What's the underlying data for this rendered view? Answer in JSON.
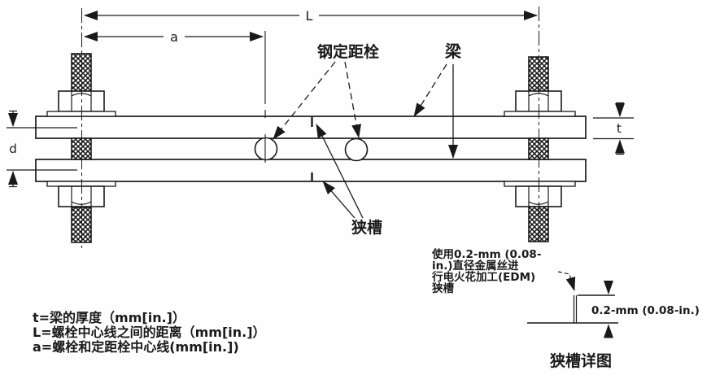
{
  "colors": {
    "ink": "#1a1a1a",
    "paper": "#fefefe"
  },
  "dims": {
    "L": "L",
    "a": "a",
    "d": "d",
    "t": "t"
  },
  "labels": {
    "pin": "钢定距栓",
    "beam": "梁",
    "slot": "狭槽"
  },
  "legend": {
    "lines": [
      "t=梁的厚度（mm[in.]）",
      "L=螺栓中心线之间的距离（mm[in.]）",
      "a=螺栓和定距栓中心线(mm[in.])"
    ]
  },
  "note": {
    "lines": [
      "使用0.2-mm (0.08-",
      "in.)直径金属丝进",
      "行电火花加工(EDM)",
      "狭槽"
    ]
  },
  "detail": {
    "dim": "0.2-mm (0.08-in.)",
    "caption": "狭槽详图"
  }
}
